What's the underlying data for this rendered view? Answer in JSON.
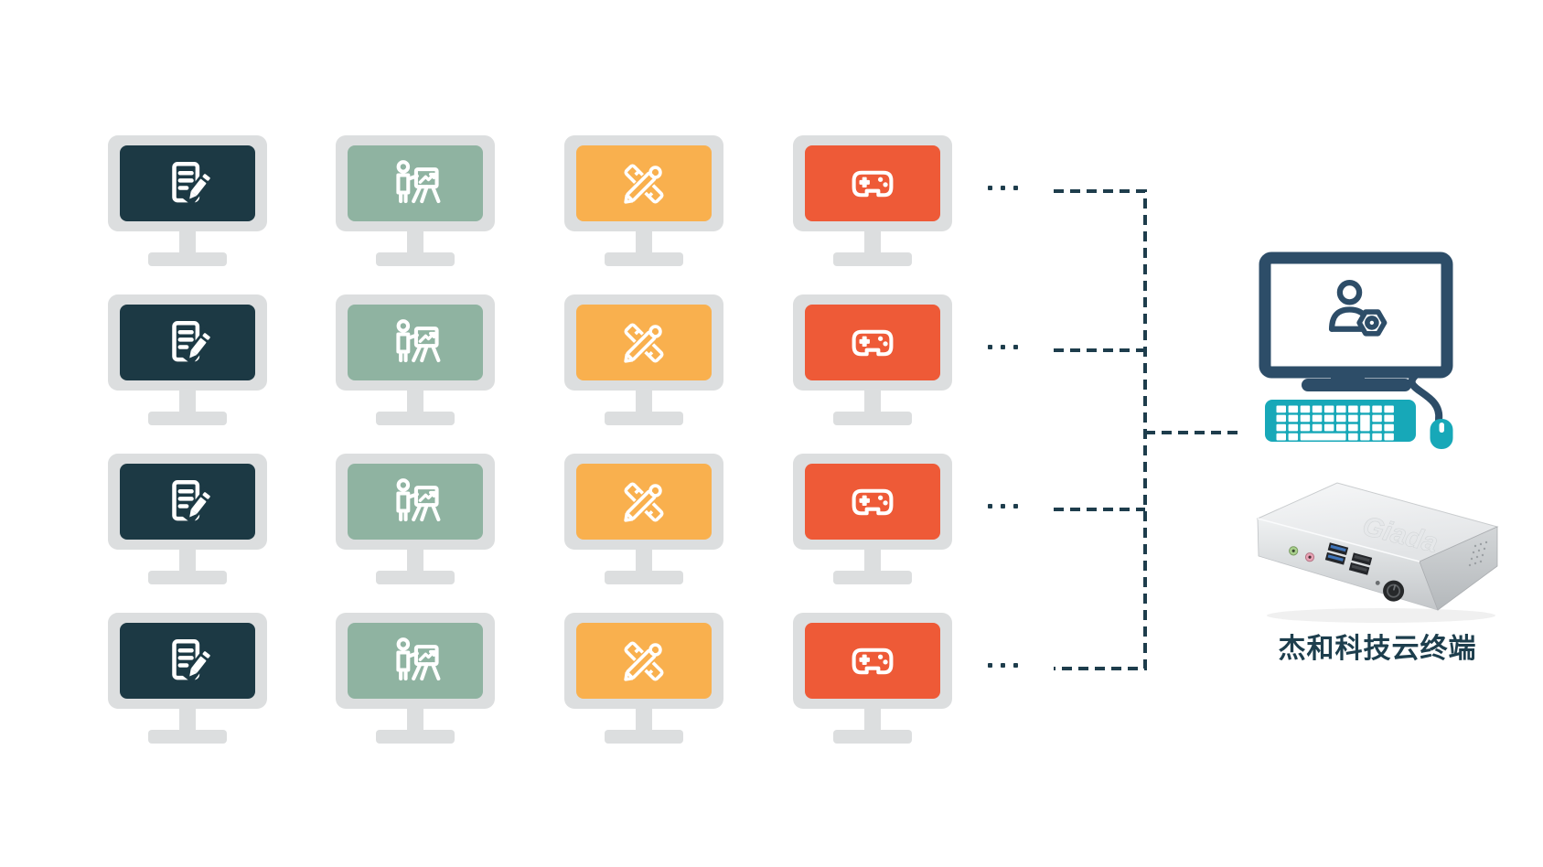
{
  "diagram": {
    "description_semantic": "cloud-terminal-topology-diagram",
    "grid": {
      "rows": 4,
      "row_ellipsis": "...",
      "columns": [
        {
          "id": "office",
          "icon": "edit-document-icon",
          "screen_color": "#1c3944"
        },
        {
          "id": "presentation",
          "icon": "presentation-icon",
          "screen_color": "#8fb3a1"
        },
        {
          "id": "design",
          "icon": "ruler-pencil-icon",
          "screen_color": "#f9b04e"
        },
        {
          "id": "gaming",
          "icon": "gamepad-icon",
          "screen_color": "#ee5a37"
        }
      ]
    },
    "host": {
      "screen_icon": "admin-user-gear-icon",
      "device_embossed_brand": "Giada",
      "label": "杰和科技云终端"
    },
    "colors": {
      "monitor_frame_gray": "#dcdedf",
      "connector_navy": "#1e3d4c",
      "host_navy": "#2d4d68",
      "peripheral_teal": "#17a8b8",
      "label_navy": "#1d3e4d",
      "screen_document": "#1c3944",
      "screen_presentation": "#8fb3a1",
      "screen_design": "#f9b04e",
      "screen_gaming": "#ee5a37"
    }
  }
}
